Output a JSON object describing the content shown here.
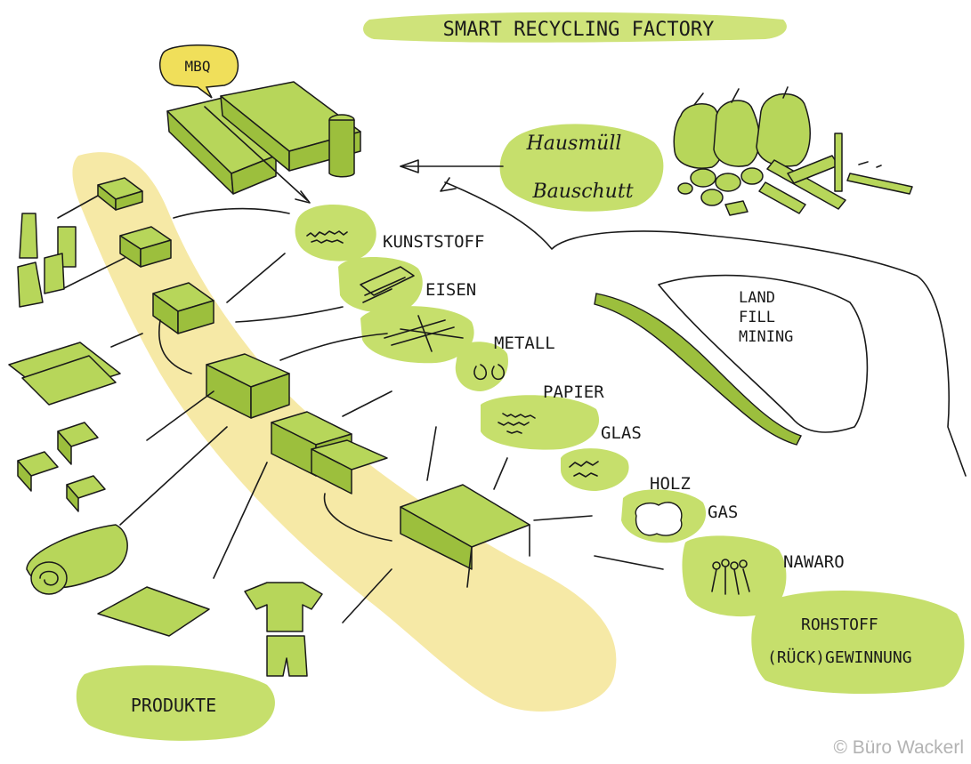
{
  "title": "SMART RECYCLING FACTORY",
  "mbq": "MBQ",
  "sources": {
    "line1": "Hausmüll",
    "line2": "Bauschutt"
  },
  "landfill": {
    "line1": "LAND",
    "line2": "FILL",
    "line3": "MINING"
  },
  "materials": [
    "KUNSTSTOFF",
    "EISEN",
    "METALL",
    "PAPIER",
    "GLAS",
    "HOLZ",
    "GAS",
    "NAWARO"
  ],
  "recovery": {
    "line1": "ROHSTOFF",
    "line2": "(RÜCK)GEWINNUNG"
  },
  "products": "PRODUKTE",
  "copyright": "© Büro Wackerl",
  "colors": {
    "band": "#f6e9a6",
    "green_blob": "#c6df6c",
    "green_box": "#b7d65a",
    "ink": "#1a1a1a"
  }
}
